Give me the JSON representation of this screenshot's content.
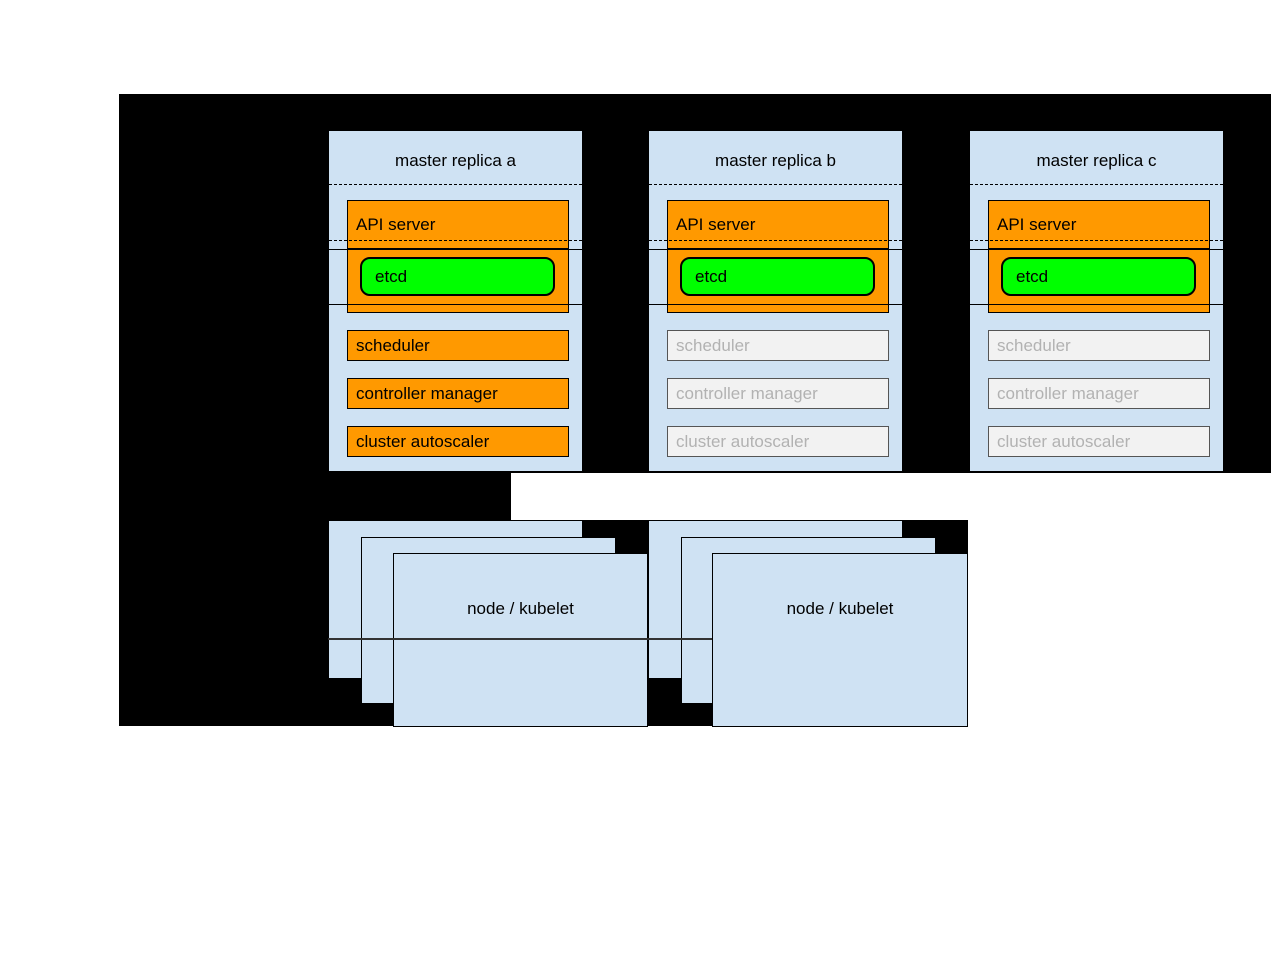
{
  "diagram": {
    "replicas": [
      {
        "title": "master replica a",
        "api_server": "API server",
        "etcd": "etcd",
        "components": [
          {
            "label": "scheduler",
            "state": "active"
          },
          {
            "label": "controller manager",
            "state": "active"
          },
          {
            "label": "cluster autoscaler",
            "state": "active"
          }
        ]
      },
      {
        "title": "master replica b",
        "api_server": "API server",
        "etcd": "etcd",
        "components": [
          {
            "label": "scheduler",
            "state": "inactive"
          },
          {
            "label": "controller manager",
            "state": "inactive"
          },
          {
            "label": "cluster autoscaler",
            "state": "inactive"
          }
        ]
      },
      {
        "title": "master replica c",
        "api_server": "API server",
        "etcd": "etcd",
        "components": [
          {
            "label": "scheduler",
            "state": "inactive"
          },
          {
            "label": "controller manager",
            "state": "inactive"
          },
          {
            "label": "cluster autoscaler",
            "state": "inactive"
          }
        ]
      }
    ],
    "node_groups": [
      {
        "label": "node / kubelet"
      },
      {
        "label": "node / kubelet"
      }
    ],
    "colors": {
      "background": "#000000",
      "box_fill": "#cfe2f3",
      "active_fill": "#ff9900",
      "etcd_fill": "#00ff00",
      "inactive_fill": "#f2f2f2",
      "inactive_text": "#b2b2b2"
    }
  }
}
